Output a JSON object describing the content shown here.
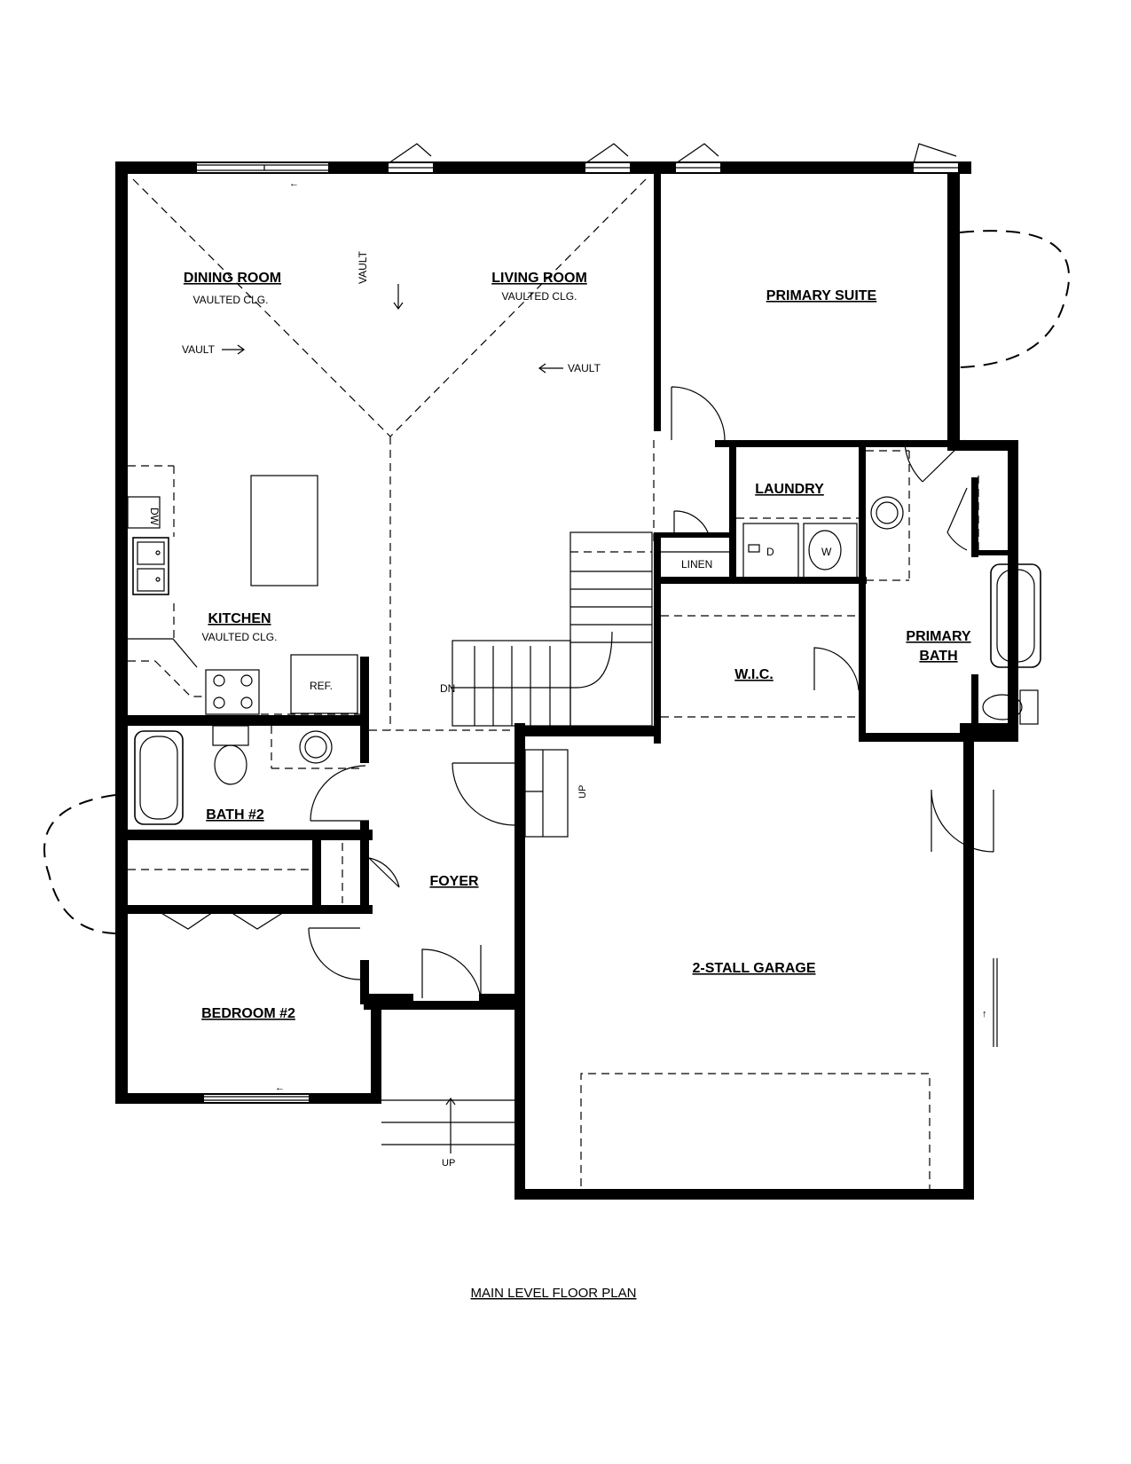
{
  "rooms": {
    "dining": "DINING ROOM",
    "dining_note": "VAULTED CLG.",
    "living": "LIVING ROOM",
    "living_note": "VAULTED CLG.",
    "primary_suite": "PRIMARY SUITE",
    "laundry": "LAUNDRY",
    "kitchen": "KITCHEN",
    "kitchen_note": "VAULTED CLG.",
    "wic": "W.I.C.",
    "primary_bath_line1": "PRIMARY",
    "primary_bath_line2": "BATH",
    "bath2": "BATH #2",
    "foyer": "FOYER",
    "garage": "2-STALL GARAGE",
    "bedroom2": "BEDROOM #2"
  },
  "labels": {
    "vault": "VAULT",
    "linen": "LINEN",
    "dryer": "D",
    "washer": "W",
    "fridge": "REF.",
    "dishwasher": "DW",
    "down": "DN",
    "up": "UP"
  },
  "footer": {
    "title": "MAIN LEVEL FLOOR PLAN"
  }
}
